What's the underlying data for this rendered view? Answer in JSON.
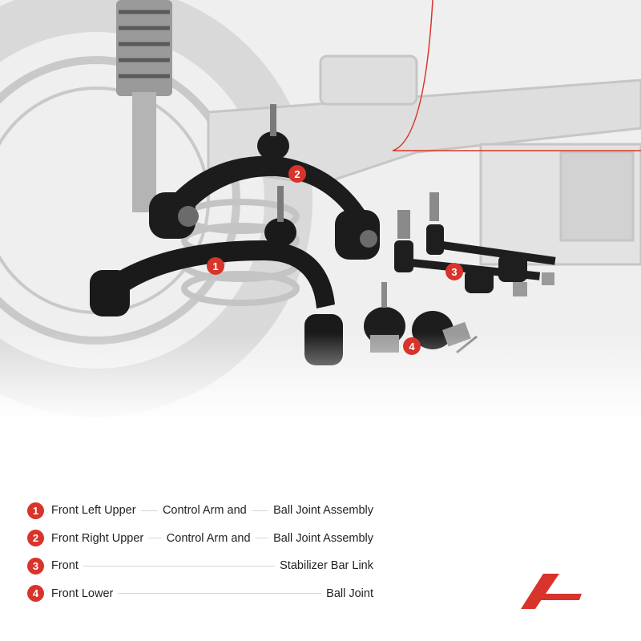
{
  "colors": {
    "accent": "#d8342b",
    "text": "#222222"
  },
  "callouts": [
    "2",
    "1",
    "3",
    "4"
  ],
  "parts": [
    {
      "number": "1",
      "parts": [
        "Front Left Upper",
        "Control Arm and",
        "Ball Joint Assembly"
      ]
    },
    {
      "number": "2",
      "parts": [
        "Front Right Upper",
        "Control Arm and",
        "Ball Joint Assembly"
      ]
    },
    {
      "number": "3",
      "parts": [
        "Front",
        "Stabilizer Bar Link"
      ]
    },
    {
      "number": "4",
      "parts": [
        "Front Lower",
        "Ball Joint"
      ]
    }
  ],
  "logo": {
    "icon": "a-premium-logo-icon"
  }
}
